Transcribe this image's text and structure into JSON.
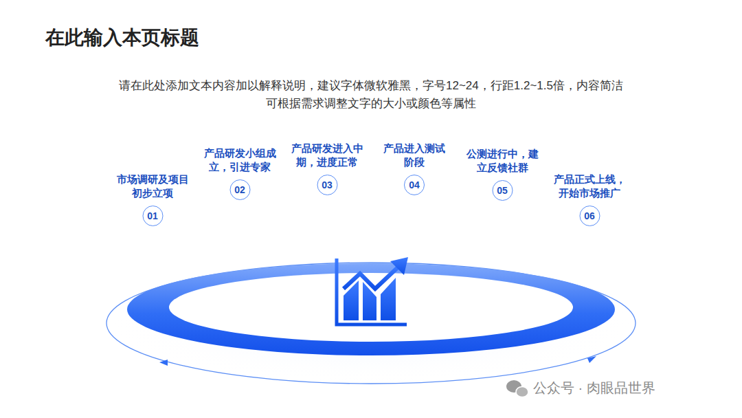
{
  "diagram": {
    "title": "在此输入本页标题",
    "nodes": [
      {
        "text": [
          "市场调研及项目 初步立项",
          "01"
        ]
      },
      {
        "text": [
          "产品研发小组成 立，引进专家",
          "02"
        ]
      },
      {
        "text": [
          "产品研发进入中 期，进度正常",
          "03"
        ]
      },
      {
        "text": [
          "产品进入测试 阶段",
          "04"
        ]
      },
      {
        "text": [
          "公测进行中，建 立反馈社群",
          "05"
        ]
      },
      {
        "text": [
          "产品正式上线， 开始市场推广",
          "06"
        ]
      }
    ],
    "labels": [
      "请在此处添加文本内容加以解释说明，建议字体微软雅黑，字号12~24，行距1.2~1.5倍，内容简洁 可根据需求调整文字的大小或颜色等属性",
      "公众号 · 肉眼品世界"
    ]
  }
}
